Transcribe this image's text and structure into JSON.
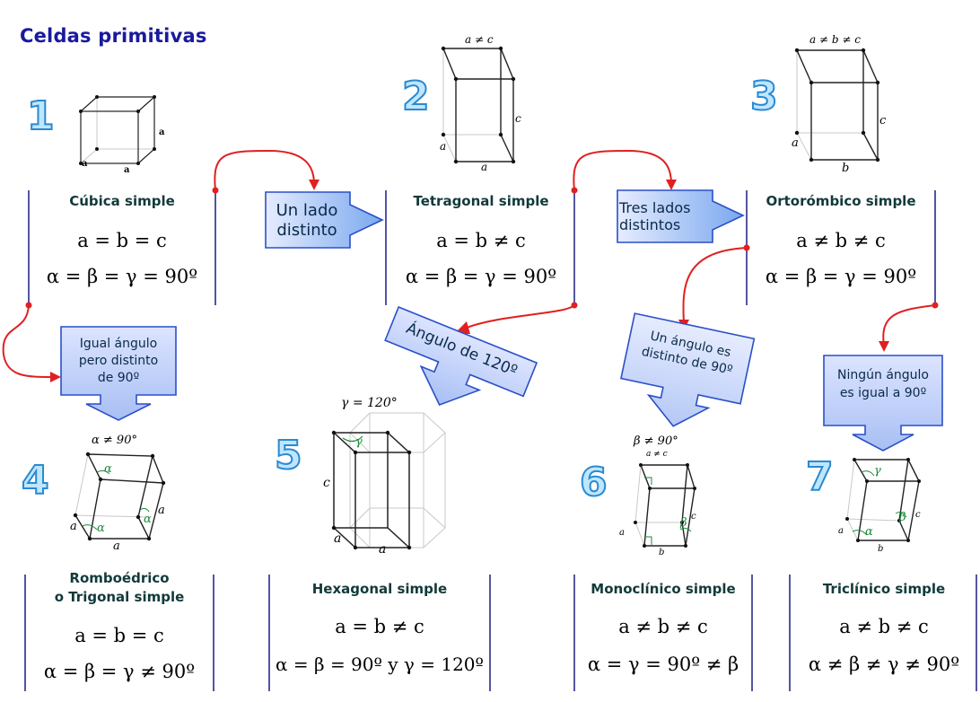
{
  "title": "Celdas primitivas",
  "cells": [
    {
      "number": "1",
      "name": "Cúbica simple",
      "formula1": "a = b = c",
      "formula2": "α = β = γ = 90º",
      "labels": [
        "a",
        "a",
        "a"
      ]
    },
    {
      "number": "2",
      "name": "Tetragonal simple",
      "formula1": "a = b ≠ c",
      "formula2": "α = β = γ = 90º",
      "top_label": "a ≠ c",
      "labels": [
        "a",
        "a",
        "c"
      ]
    },
    {
      "number": "3",
      "name": "Ortorómbico simple",
      "formula1": "a ≠ b ≠ c",
      "formula2": "α = β = γ = 90º",
      "top_label": "a ≠ b ≠ c",
      "labels": [
        "a",
        "b",
        "c"
      ]
    },
    {
      "number": "4",
      "name": "Romboédrico\no Trigonal simple",
      "formula1": "a = b = c",
      "formula2": "α = β = γ ≠ 90º",
      "top_label": "α ≠ 90°",
      "labels": [
        "a",
        "a",
        "a",
        "α",
        "α",
        "α"
      ]
    },
    {
      "number": "5",
      "name": "Hexagonal simple",
      "formula1": "a = b ≠ c",
      "formula2": "α = β = 90º y γ = 120º",
      "top_label": "γ = 120°",
      "labels": [
        "c",
        "a",
        "a",
        "γ"
      ]
    },
    {
      "number": "6",
      "name": "Monoclínico simple",
      "formula1": "a ≠ b ≠ c",
      "formula2": "α = γ = 90º ≠ β",
      "top_label": "β ≠ 90°",
      "top_label2": "a ≠ c",
      "labels": [
        "a",
        "b",
        "c",
        "β"
      ]
    },
    {
      "number": "7",
      "name": "Triclínico simple",
      "formula1": "a ≠ b ≠ c",
      "formula2": "α ≠ β ≠ γ ≠ 90º",
      "labels": [
        "a",
        "b",
        "c",
        "α",
        "β",
        "γ"
      ]
    }
  ],
  "arrows": {
    "un_lado": "Un lado\ndistinto",
    "tres_lados": "Tres lados\ndistintos",
    "igual_angulo": "Igual ángulo\npero distinto\nde 90º",
    "angulo_120": "Ángulo de 120º",
    "un_angulo": "Un ángulo es\ndistinto de 90º",
    "ningun_angulo": "Ningún ángulo\nes igual a 90º"
  },
  "colors": {
    "title": "#1a1a9e",
    "number_fill": "#bfe6ff",
    "number_stroke": "#2a8ad0",
    "connector": "#e02020",
    "box_fill": "#c8d4ff",
    "box_stroke": "#2a6fd8",
    "divider": "#2a2a8a",
    "green_angle": "#1a8a3a"
  }
}
